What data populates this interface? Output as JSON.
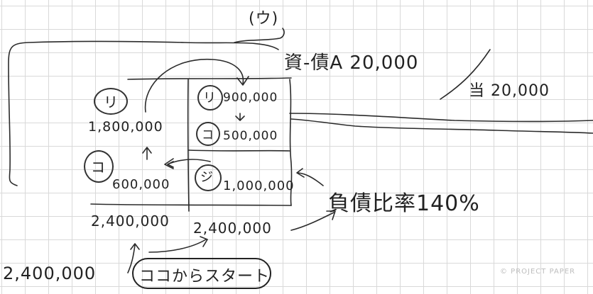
{
  "top_right_mark": "(ウ)",
  "note_line_1": "資-債A 20,000",
  "note_line_2": "当 20,000",
  "left_side": {
    "a_marker": "リ",
    "a_value": "1,800,000",
    "b_marker": "コ",
    "b_value": "600,000",
    "total": "2,400,000"
  },
  "right_side": {
    "a_marker": "リ",
    "a_value": "900,000",
    "b_marker": "コ",
    "b_value": "500,000",
    "c_marker": "ジ",
    "c_value": "1,000,000",
    "total": "2,400,000"
  },
  "ratio_note": "負債比率140%",
  "start_total": "2,400,000",
  "start_label": "ココからスタート",
  "watermark": "© PROJECT PAPER"
}
